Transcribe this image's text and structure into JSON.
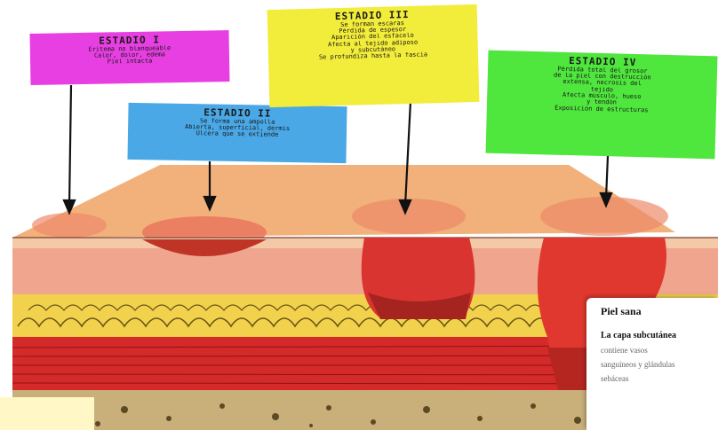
{
  "notes": [
    {
      "id": "stage1",
      "title": "ESTADIO I",
      "lines": [
        "Eritema no blanqueable",
        "Calor, dolor, edema",
        "Piel intacta"
      ],
      "color": "#e83fe3"
    },
    {
      "id": "stage2",
      "title": "ESTADIO II",
      "lines": [
        "Se forma una ampolla",
        "Abierta, superficial, dermis",
        "Úlcera que se extiende"
      ],
      "color": "#4aa8e6"
    },
    {
      "id": "stage3",
      "title": "ESTADIO III",
      "lines": [
        "Se forman escaras",
        "Pérdida de espesor",
        "Aparición del esfacelo",
        "Afecta al tejido adiposo",
        "y subcutáneo",
        "Se profundiza hasta la fascia"
      ],
      "color": "#f2ec3a"
    },
    {
      "id": "stage4",
      "title": "ESTADIO IV",
      "lines": [
        "Pérdida total del grosor",
        "de la piel con destrucción",
        "extensa, necrosis del",
        "tejido",
        "Afecta músculo, hueso",
        "y tendón",
        "Exposición de estructuras"
      ],
      "color": "#4fe63d"
    }
  ],
  "card": {
    "heading": "Piel sana",
    "line1": "La capa subcutánea",
    "line2": "contiene vasos",
    "line3": "sanguíneos y glándulas",
    "line4": "sebáceas"
  },
  "colors": {
    "skin_top": "#f2b07a",
    "epidermis": "#f4c9a8",
    "dermis": "#f0a68e",
    "fat": "#f2d24d",
    "muscle": "#d42a2a",
    "bone": "#c9b07a",
    "ulcer": "#d9342f"
  }
}
